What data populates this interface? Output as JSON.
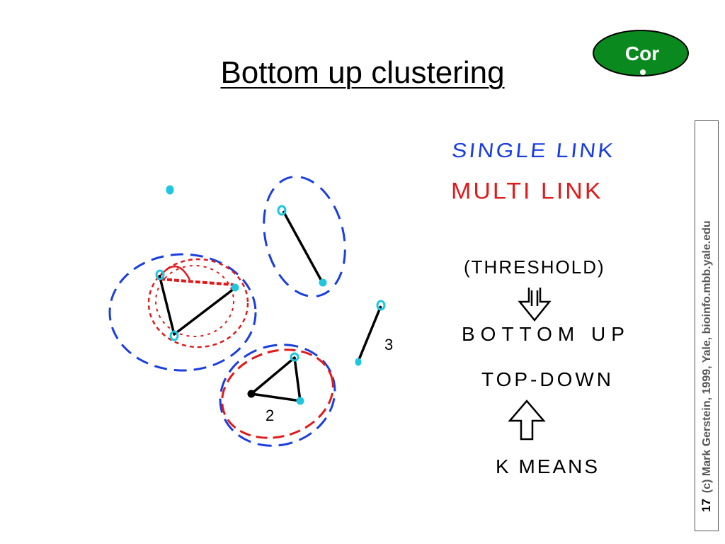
{
  "slide": {
    "title": "Bottom up clustering",
    "badge_label": "Cor",
    "page_number": "17",
    "credit": "(c) Mark Gerstein, 1999, Yale, bioinfo.mbb.yale.edu"
  },
  "notes": {
    "single_link": "SINGLE LINK",
    "multi_link": "MULTI LINK",
    "threshold": "(THRESHOLD)",
    "bottom_up": "BOTTOM UP",
    "top_down": "TOP-DOWN",
    "k_means": "K MEANS",
    "cluster_3": "3",
    "cluster_2": "2"
  },
  "colors": {
    "single_link": "#1a3ee0",
    "multi_link": "#e01a1a",
    "point": "#1fc6e0",
    "badge": "#0a8a1e"
  }
}
